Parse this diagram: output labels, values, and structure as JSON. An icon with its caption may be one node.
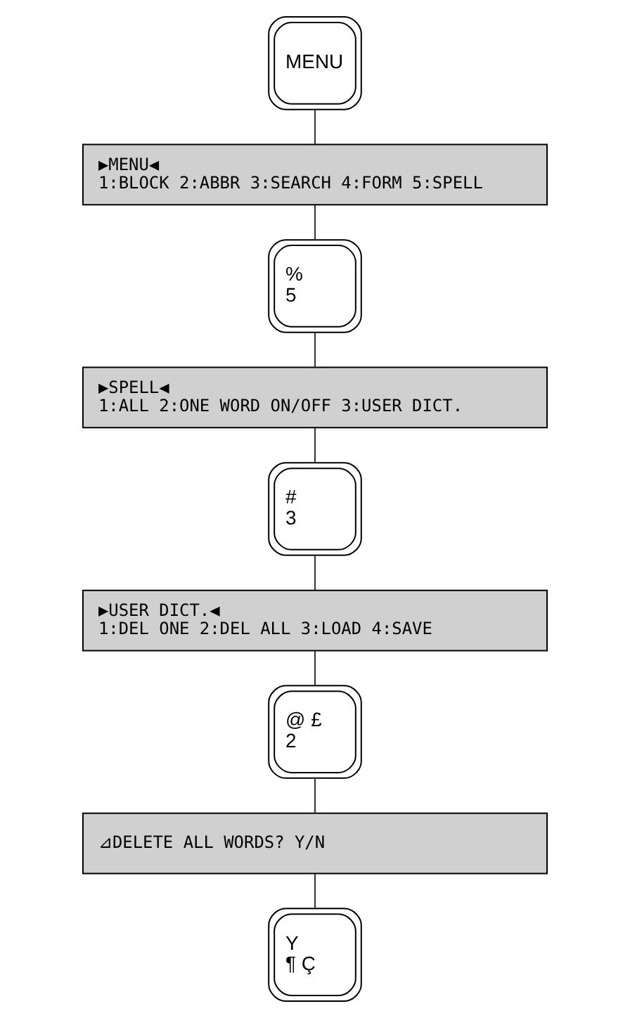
{
  "diagram": {
    "nodes": [
      {
        "text": [
          "MENU"
        ]
      },
      {
        "text": [
          "▶MENU◀",
          "1:BLOCK 2:ABBR 3:SEARCH 4:FORM 5:SPELL"
        ]
      },
      {
        "text": [
          "%",
          "5"
        ]
      },
      {
        "text": [
          "▶SPELL◀",
          "1:ALL 2:ONE WORD ON/OFF 3:USER DICT."
        ]
      },
      {
        "text": [
          "#",
          "3"
        ]
      },
      {
        "text": [
          "▶USER DICT.◀",
          "1:DEL ONE 2:DEL ALL 3:LOAD 4:SAVE"
        ]
      },
      {
        "text": [
          "@ £",
          "2"
        ]
      },
      {
        "text": [
          "⊿DELETE ALL WORDS? Y/N"
        ]
      },
      {
        "text": [
          "Y",
          "¶ Ç"
        ]
      }
    ],
    "edges": [
      {
        "from": 0,
        "to": 1,
        "arrow": "none"
      },
      {
        "from": 1,
        "to": 2,
        "arrow": "none"
      },
      {
        "from": 2,
        "to": 3,
        "arrow": "none"
      },
      {
        "from": 3,
        "to": 4,
        "arrow": "none"
      },
      {
        "from": 4,
        "to": 5,
        "arrow": "none"
      },
      {
        "from": 5,
        "to": 6,
        "arrow": "none"
      },
      {
        "from": 6,
        "to": 7,
        "arrow": "none"
      },
      {
        "from": 7,
        "to": 8,
        "arrow": "none"
      }
    ]
  }
}
